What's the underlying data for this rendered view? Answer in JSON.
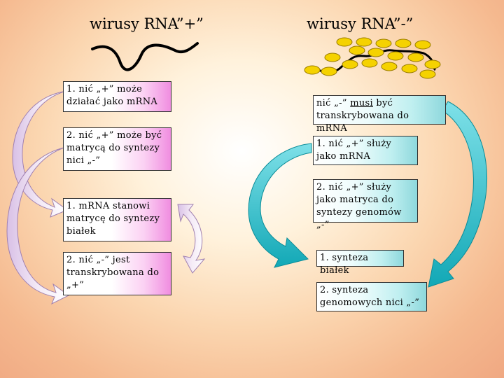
{
  "left": {
    "title": "wirusy RNA”+”",
    "boxes": [
      "1. nić „+” może działać jako mRNA",
      "2. nić „+” może być matrycą do syntezy nici „-”",
      "1. mRNA stanowi matrycę do syntezy białek",
      "2. nić „-” jest transkrybowana do „+”"
    ]
  },
  "right": {
    "title": "wirusy RNA”-”",
    "box1_pre": "nić „-” ",
    "box1_underlined": "musi",
    "box1_post": " być transkrybowana do mRNA",
    "boxes": [
      "1. nić „+” służy jako mRNA",
      "2. nić „+” służy jako matryca do syntezy genomów „-”",
      "1. synteza białek",
      "2. synteza genomowych nici „-”"
    ]
  },
  "colors": {
    "pink_box": "#f08de0",
    "teal_box": "#8ed8dc",
    "left_arrow": "#ecdcf0",
    "right_arrow": "#2bc3cf",
    "protein_blob": "#f5d200"
  }
}
